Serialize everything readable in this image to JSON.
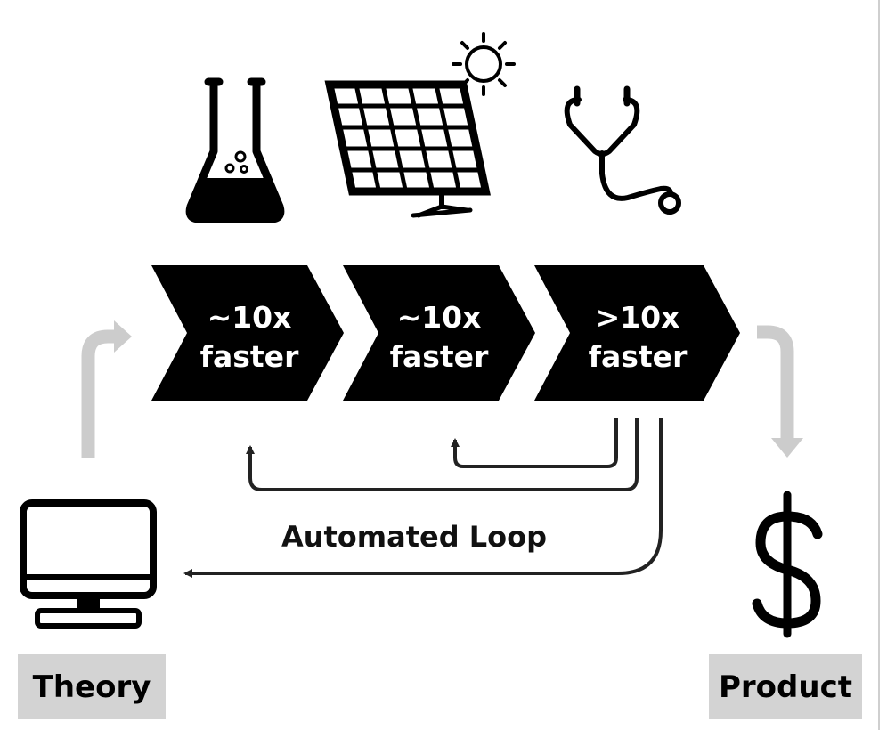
{
  "stages": [
    {
      "line1": "~10x",
      "line2": "faster",
      "icon": "flask-icon"
    },
    {
      "line1": "~10x",
      "line2": "faster",
      "icon": "solar-panel-icon"
    },
    {
      "line1": ">10x",
      "line2": "faster",
      "icon": "stethoscope-icon"
    }
  ],
  "loop_label": "Automated Loop",
  "theory": {
    "label": "Theory",
    "icon": "computer-monitor-icon"
  },
  "product": {
    "label": "Product",
    "icon": "dollar-sign-icon"
  },
  "colors": {
    "chevron": "#000000",
    "chevron_text": "#ffffff",
    "loop_arrow": "#222222",
    "flow_arrow": "#cccccc",
    "label_box": "#d3d3d3"
  }
}
